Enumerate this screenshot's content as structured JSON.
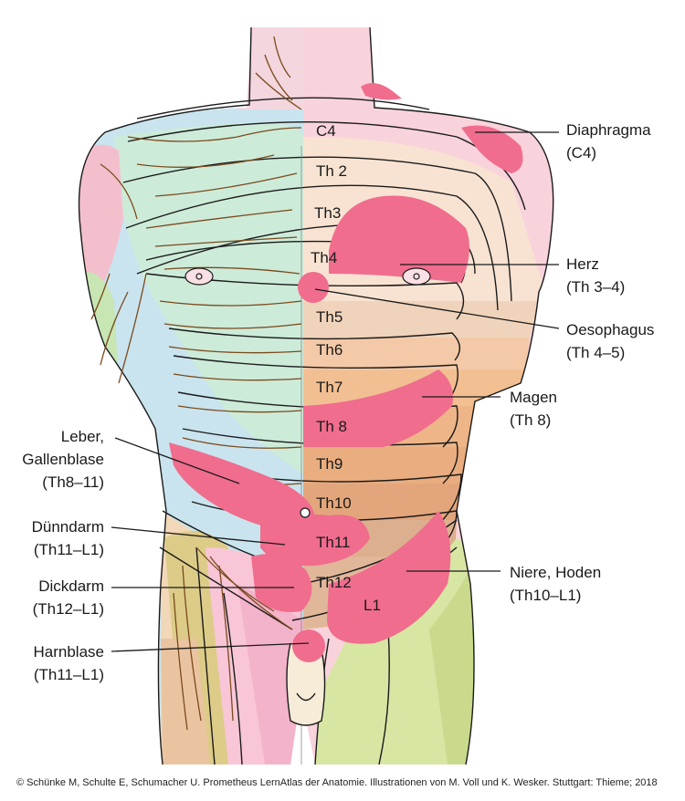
{
  "segments": {
    "c4": "C4",
    "th2": "Th 2",
    "th3": "Th3",
    "th4": "Th4",
    "th5": "Th5",
    "th6": "Th6",
    "th7": "Th7",
    "th8": "Th 8",
    "th9": "Th9",
    "th10": "Th10",
    "th11": "Th11",
    "th12": "Th12",
    "l1": "L1"
  },
  "organs": {
    "diaphragma": {
      "name": "Diaphragma",
      "segment": "(C4)"
    },
    "herz": {
      "name": "Herz",
      "segment": "(Th 3–4)"
    },
    "oesophagus": {
      "name": "Oesophagus",
      "segment": "(Th 4–5)"
    },
    "magen": {
      "name": "Magen",
      "segment": "(Th 8)"
    },
    "niere": {
      "name": "Niere, Hoden",
      "segment": "(Th10–L1)"
    },
    "leber": {
      "name": "Leber,",
      "name2": "Gallenblase",
      "segment": "(Th8–11)"
    },
    "duenndarm": {
      "name": "Dünndarm",
      "segment": "(Th11–L1)"
    },
    "dickdarm": {
      "name": "Dickdarm",
      "segment": "(Th12–L1)"
    },
    "harnblase": {
      "name": "Harnblase",
      "segment": "(Th11–L1)"
    }
  },
  "credit": "© Schünke M, Schulte E, Schumacher U. Prometheus LernAtlas der Anatomie. Illustrationen von M. Voll und K. Wesker. Stuttgart: Thieme; 2018",
  "colors": {
    "organ_zone": "#f06d8e",
    "left_blue": "#c9e4ee",
    "left_mint": "#cdebd9",
    "right_pink": "#f9d3dc",
    "right_peach": "#f8e3d2",
    "right_orange": "#f0b98a",
    "right_green": "#d8e6a4",
    "nerve": "#7a4a1c"
  }
}
